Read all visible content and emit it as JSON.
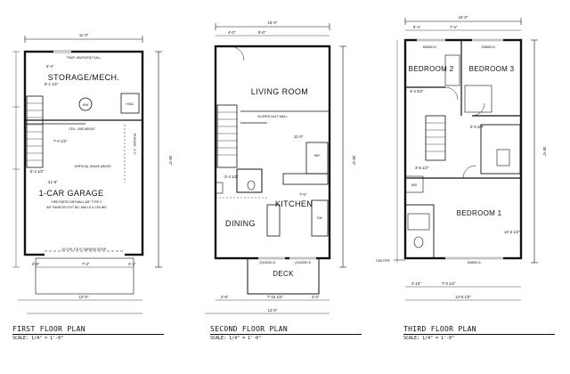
{
  "sheet": {
    "plans": [
      {
        "key": "first",
        "title": "FIRST FLOOR PLAN",
        "scale": "SCALE: 1/4\" = 1'-0\"",
        "overall_width": "11'-0\"",
        "overall_depth": "36'-0\"",
        "rooms": [
          {
            "key": "storage",
            "label": "STORAGE/MECH."
          },
          {
            "key": "garage",
            "label": "1-CAR GARAGE"
          }
        ],
        "fixtures": [
          {
            "key": "wh",
            "label": "W/H"
          },
          {
            "key": "hvac",
            "label": "HVAC"
          }
        ],
        "notes": [
          {
            "key": "n1",
            "text": "TEMP. HEAT/VENT SALL"
          },
          {
            "key": "n2",
            "text": "CEIL. LINE ABOVE"
          },
          {
            "key": "n3",
            "text": "PLENUM - 3'-0\""
          },
          {
            "key": "n4",
            "text": "VERTICAL SHAKE ABOVE"
          },
          {
            "key": "n5",
            "text": "FIRE RATED DRYWALL 5/8\" TYPE X"
          },
          {
            "key": "n6",
            "text": "5/8\" PANELED GYP. BD. WALLS & CEILING"
          },
          {
            "key": "n7",
            "text": "10'-0\"W. X 8'-0\" GARAGE DOOR"
          }
        ],
        "dims": [
          {
            "key": "d1",
            "text": "5'-4\""
          },
          {
            "key": "d2",
            "text": "8'-1 1/2\""
          },
          {
            "key": "d3",
            "text": "7'-0 1/2\""
          },
          {
            "key": "d4",
            "text": "5'-4 1/2\""
          },
          {
            "key": "d5",
            "text": "21'-6\""
          },
          {
            "key": "d6",
            "text": "12'-0\""
          },
          {
            "key": "d7",
            "text": "2'-6\""
          },
          {
            "key": "d8",
            "text": "3'-4\""
          },
          {
            "key": "d9",
            "text": "7'-2\""
          }
        ]
      },
      {
        "key": "second",
        "title": "SECOND FLOOR PLAN",
        "scale": "SCALE: 1/4\" = 1'-0\"",
        "overall_width": "16'-0\"",
        "overall_depth": "36'-0\"",
        "rooms": [
          {
            "key": "living",
            "label": "LIVING ROOM"
          },
          {
            "key": "kitchen",
            "label": "KITCHEN"
          },
          {
            "key": "dining",
            "label": "DINING"
          },
          {
            "key": "deck",
            "label": "DECK"
          }
        ],
        "fixtures": [
          {
            "key": "ref",
            "label": "REF"
          },
          {
            "key": "dw",
            "label": "DW"
          }
        ],
        "notes": [
          {
            "key": "n1",
            "text": "SLOPED HALF WALL"
          },
          {
            "key": "n2",
            "text": "(2)040SD.8"
          },
          {
            "key": "n3",
            "text": "(2)040SD.8"
          }
        ],
        "dims": [
          {
            "key": "d1",
            "text": "4'-0\""
          },
          {
            "key": "d2",
            "text": "9'-0\""
          },
          {
            "key": "d3",
            "text": "3'-4 1/2\""
          },
          {
            "key": "d4",
            "text": "11'-0\""
          },
          {
            "key": "d5",
            "text": "7'-0\""
          },
          {
            "key": "d6",
            "text": "12'-0\""
          },
          {
            "key": "d7",
            "text": "2'-6\""
          },
          {
            "key": "d8",
            "text": "7'-10 1/2\""
          },
          {
            "key": "d9",
            "text": "4'-0\""
          }
        ]
      },
      {
        "key": "third",
        "title": "THIRD FLOOR PLAN",
        "scale": "SCALE: 1/4\" = 1'-0\"",
        "overall_width": "16'-0\"",
        "overall_depth": "36'-0\"",
        "rooms": [
          {
            "key": "bed2",
            "label": "BEDROOM 2"
          },
          {
            "key": "bed3",
            "label": "BEDROOM 3"
          },
          {
            "key": "bed1",
            "label": "BEDROOM 1"
          }
        ],
        "fixtures": [
          {
            "key": "wd",
            "label": "W/D"
          }
        ],
        "notes": [
          {
            "key": "n1",
            "text": "2068SD.8"
          },
          {
            "key": "n2",
            "text": "2068SD.8"
          },
          {
            "key": "n3",
            "text": "2068SD.8"
          },
          {
            "key": "n4",
            "text": "GAS PIPE"
          }
        ],
        "dims": [
          {
            "key": "d1",
            "text": "5'-4\""
          },
          {
            "key": "d2",
            "text": "7'-4\""
          },
          {
            "key": "d3",
            "text": "4'-4 3/4\""
          },
          {
            "key": "d4",
            "text": "5'-0 3/4\""
          },
          {
            "key": "d5",
            "text": "3'-8 1/2\""
          },
          {
            "key": "d6",
            "text": "14'-2 1/2\""
          },
          {
            "key": "d7",
            "text": "7'-0 1/2\""
          },
          {
            "key": "d8",
            "text": "14'-0 1/2\""
          },
          {
            "key": "d9",
            "text": "4'-10\""
          }
        ]
      }
    ]
  }
}
